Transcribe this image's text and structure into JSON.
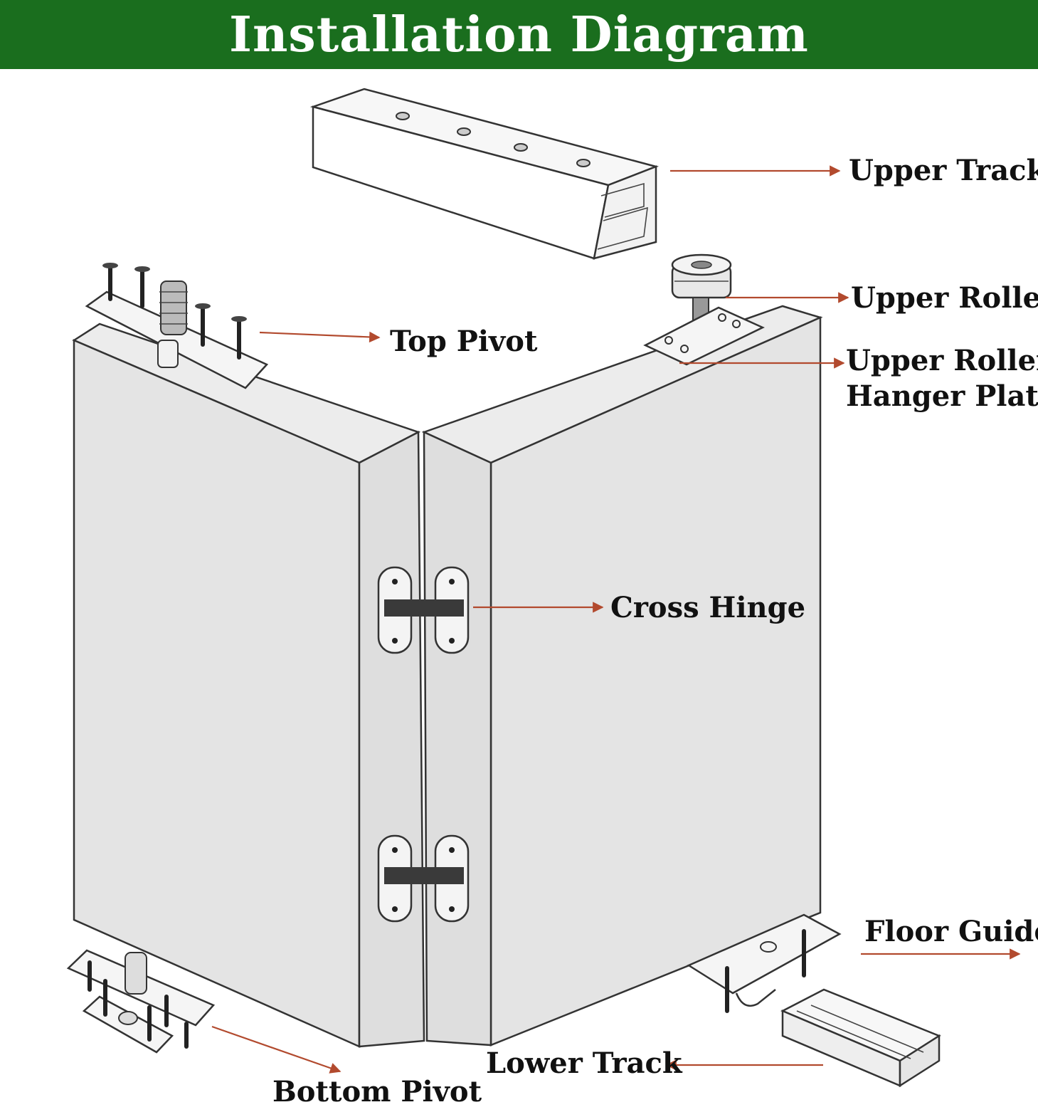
{
  "title": "Installation Diagram",
  "colors": {
    "header_bg": "#1a6e1e",
    "header_text": "#ffffff",
    "arrow": "#b24a2e",
    "panel_fill": "#e4e4e4",
    "outline": "#333333"
  },
  "labels": {
    "upper_track": "Upper Track",
    "upper_roller": "Upper Roller",
    "hanger_plate_line1": "Upper Roller",
    "hanger_plate_line2": "Hanger Plate",
    "top_pivot": "Top Pivot",
    "cross_hinge": "Cross Hinge",
    "floor_guide": "Floor Guide",
    "lower_track": "Lower Track",
    "bottom_pivot": "Bottom Pivot"
  }
}
